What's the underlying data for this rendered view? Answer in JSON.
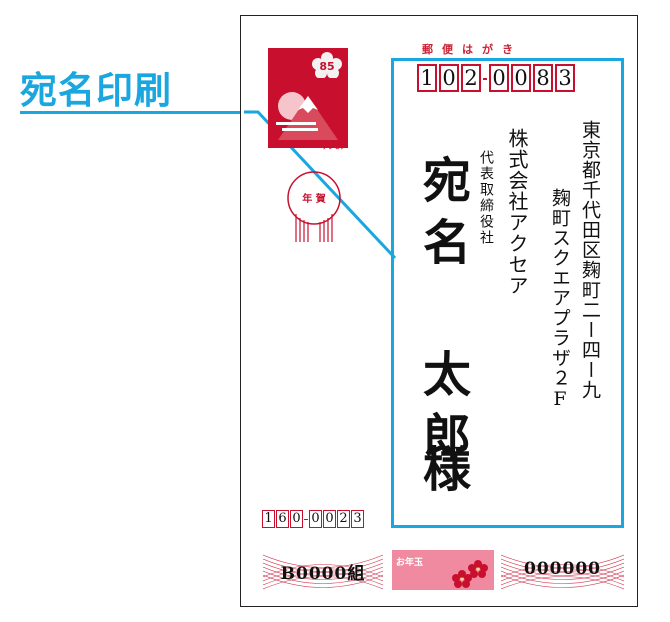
{
  "callout": {
    "title": "宛名印刷"
  },
  "card": {
    "postal_header": "郵便はがき",
    "stamp": {
      "value": "85",
      "brand_left": "ACCEA",
      "brand_right": "アクセア"
    },
    "nenga_label": "年 賀",
    "recipient_zip": [
      "1",
      "0",
      "2",
      "0",
      "0",
      "8",
      "3"
    ],
    "address_line1": "東京都千代田区麹町二ー四ー九",
    "address_line2": "麹町スクエアプラザ２F",
    "company": "株式会社アクセア",
    "title": "代表取締役社",
    "recipient_name": "宛名 太郎",
    "honorific": "様",
    "sender_zip": [
      "1",
      "6",
      "0",
      "0",
      "0",
      "2",
      "3"
    ],
    "lottery_group": "B0000組",
    "otoshidama_label": "お年玉",
    "lottery_number": "000000"
  },
  "colors": {
    "accent": "#1aa6df",
    "postal_red": "#c8102e"
  }
}
